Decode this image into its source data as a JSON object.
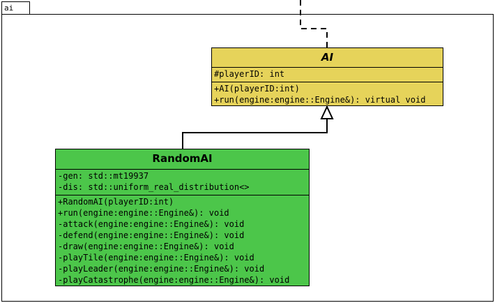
{
  "package": {
    "name": "ai"
  },
  "classes": {
    "ai": {
      "name": "AI",
      "italic": true,
      "color": "#e6d35a",
      "attributes": [
        "#playerID: int"
      ],
      "methods": [
        "+AI(playerID:int)",
        "+run(engine:engine::Engine&): virtual void"
      ]
    },
    "random_ai": {
      "name": "RandomAI",
      "italic": false,
      "color": "#4cc64a",
      "attributes": [
        "-gen: std::mt19937",
        "-dis: std::uniform_real_distribution<>"
      ],
      "methods": [
        "+RandomAI(playerID:int)",
        "+run(engine:engine::Engine&): void",
        "-attack(engine:engine::Engine&): void",
        "-defend(engine:engine::Engine&): void",
        "-draw(engine:engine::Engine&): void",
        "-playTile(engine:engine::Engine&): void",
        "-playLeader(engine:engine::Engine&): void",
        "-playCatastrophe(engine:engine::Engine&): void"
      ]
    }
  },
  "relations": [
    {
      "type": "generalization",
      "from": "random_ai",
      "to": "ai"
    },
    {
      "type": "dependency",
      "to": "ai",
      "note": "dashed line from outside view"
    }
  ]
}
